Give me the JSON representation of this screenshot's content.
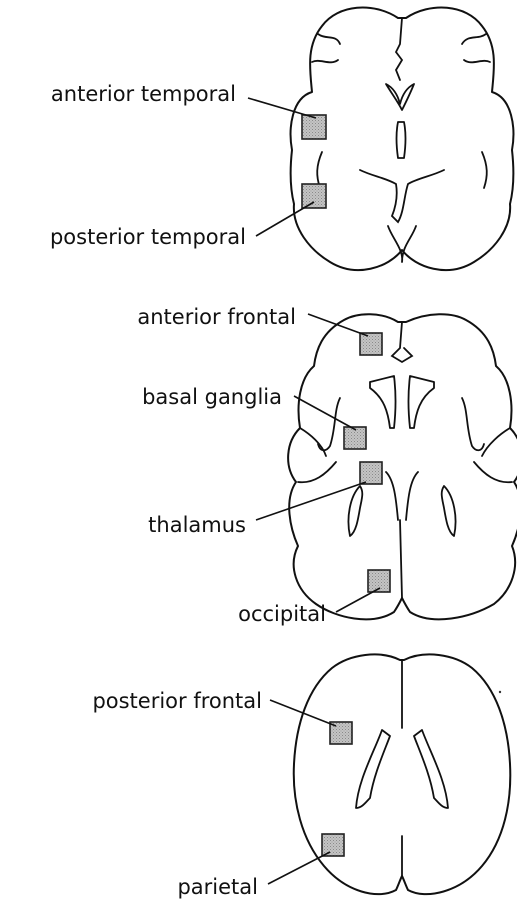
{
  "colors": {
    "roi_fill": "#bdbdbd",
    "roi_stroke": "#222222",
    "outline": "#111111"
  },
  "labels": {
    "anterior_temporal": "anterior temporal",
    "posterior_temporal": "posterior temporal",
    "anterior_frontal": "anterior frontal",
    "basal_ganglia": "basal ganglia",
    "thalamus": "thalamus",
    "occipital": "occipital",
    "posterior_frontal": "posterior frontal",
    "parietal": "parietal"
  }
}
